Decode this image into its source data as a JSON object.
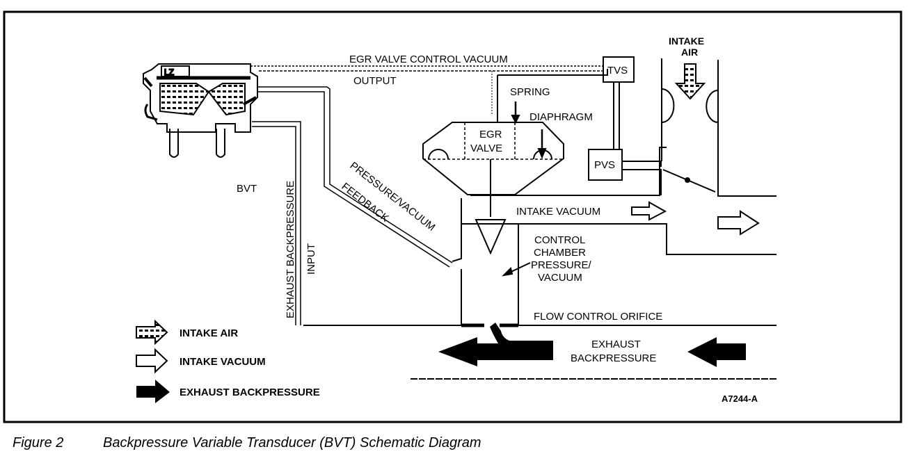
{
  "figure": {
    "number_label": "Figure 2",
    "title": "Backpressure Variable Transducer (BVT) Schematic Diagram",
    "code": "A7244-A"
  },
  "labels": {
    "egr_valve_control_vacuum": "EGR VALVE CONTROL VACUUM",
    "output": "OUTPUT",
    "tvs": "TVS",
    "pvs": "PVS",
    "intake_air_line1": "INTAKE",
    "intake_air_line2": "AIR",
    "spring": "SPRING",
    "diaphragm": "DIAPHRAGM",
    "egr_line1": "EGR",
    "egr_line2": "VALVE",
    "bvt": "BVT",
    "exhaust_backpressure_vertical": "EXHAUST BACKPRESSURE",
    "input": "INPUT",
    "pressure_vacuum": "PRESSURE/VACUUM",
    "feedback": "FEEDBACK",
    "intake_vacuum": "INTAKE VACUUM",
    "control_chamber": [
      "CONTROL",
      "CHAMBER",
      "PRESSURE/",
      "VACUUM"
    ],
    "flow_control_orifice": "FLOW CONTROL ORIFICE",
    "exhaust_backpressure_line1": "EXHAUST",
    "exhaust_backpressure_line2": "BACKPRESSURE"
  },
  "legend": [
    {
      "icon": "intake-air-arrow",
      "label": "INTAKE AIR"
    },
    {
      "icon": "intake-vacuum-arrow",
      "label": "INTAKE VACUUM"
    },
    {
      "icon": "exhaust-backpressure-arrow",
      "label": "EXHAUST BACKPRESSURE"
    }
  ]
}
